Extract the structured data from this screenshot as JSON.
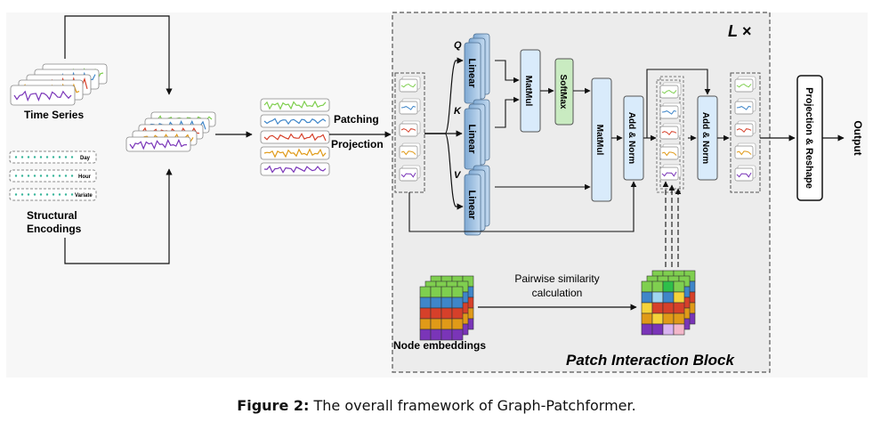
{
  "left": {
    "time_series": "Time Series",
    "structural_line1": "Structural",
    "structural_line2": "Encodings",
    "enc_day": "Day",
    "enc_hour": "Hour",
    "enc_variate": "Variate",
    "patching": "Patching",
    "projection": "Projection"
  },
  "block": {
    "repeat": "L ×",
    "title": "Patch Interaction Block",
    "q": "Q",
    "k": "K",
    "v": "V",
    "linear": "Linear",
    "matmul": "MatMul",
    "softmax": "SoftMax",
    "addnorm": "Add & Norm",
    "pairwise_line1": "Pairwise similarity",
    "pairwise_line2": "calculation",
    "node_embeddings": "Node embeddings"
  },
  "right": {
    "proj_reshape": "Projection & Reshape",
    "output": "Output"
  },
  "caption": {
    "label": "Figure 2:",
    "text": "The overall framework of Graph-Patchformer."
  },
  "colors": {
    "green": "#7fcf4f",
    "blue": "#3f86c9",
    "red": "#d6402a",
    "orange": "#e09a18",
    "purple": "#7a35b8",
    "teal": "#36b59a",
    "linear_fill": "#a9c8e6",
    "matmul_fill": "#d9ebfb",
    "softmax_fill": "#c9ebc1"
  }
}
